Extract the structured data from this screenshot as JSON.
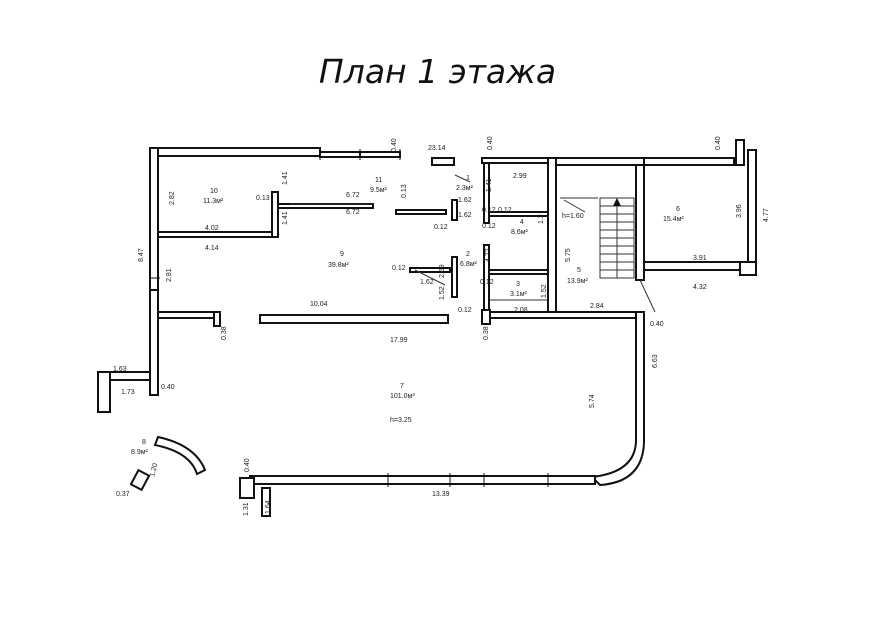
{
  "title": "План 1 этажа",
  "rooms": [
    {
      "num": "1",
      "area": "2.3м²"
    },
    {
      "num": "2",
      "area": "6.8м²"
    },
    {
      "num": "3",
      "area": "3.1м²"
    },
    {
      "num": "4",
      "area": "8.6м²"
    },
    {
      "num": "5",
      "area": "13.9м²",
      "height": "h=1.60"
    },
    {
      "num": "6",
      "area": "15.4м²"
    },
    {
      "num": "7",
      "area": "101.0м²",
      "height": "h=3.25"
    },
    {
      "num": "8",
      "area": "8.9м²"
    },
    {
      "num": "9",
      "area": "39.8м²"
    },
    {
      "num": "10",
      "area": "11.3м²"
    },
    {
      "num": "11",
      "area": "9.5м²"
    }
  ],
  "dimensions": [
    "23.14",
    "0.40",
    "0.40",
    "0.40",
    "2.82",
    "1.41",
    "0.13",
    "6.72",
    "6.72",
    "0.13",
    "1.62",
    "1.62",
    "1.41",
    "4.02",
    "4.14",
    "8.47",
    "2.81",
    "2.59",
    "0.12",
    "0.12",
    "0.12",
    "0.12",
    "0.12",
    "0.12",
    "1.62",
    "1.52",
    "4.72",
    "1.52",
    "2.08",
    "0.12",
    "10.04",
    "0.38",
    "0.38",
    "17.99",
    "2.99",
    "1.41",
    "1.2",
    "5.75",
    "2.84",
    "0.40",
    "3.96",
    "4.77",
    "3.91",
    "4.32",
    "6.63",
    "5.74",
    "1.63",
    "1.73",
    "0.40",
    "1.20",
    "0.37",
    "0.40",
    "1.31",
    "1.64",
    "13.39"
  ]
}
